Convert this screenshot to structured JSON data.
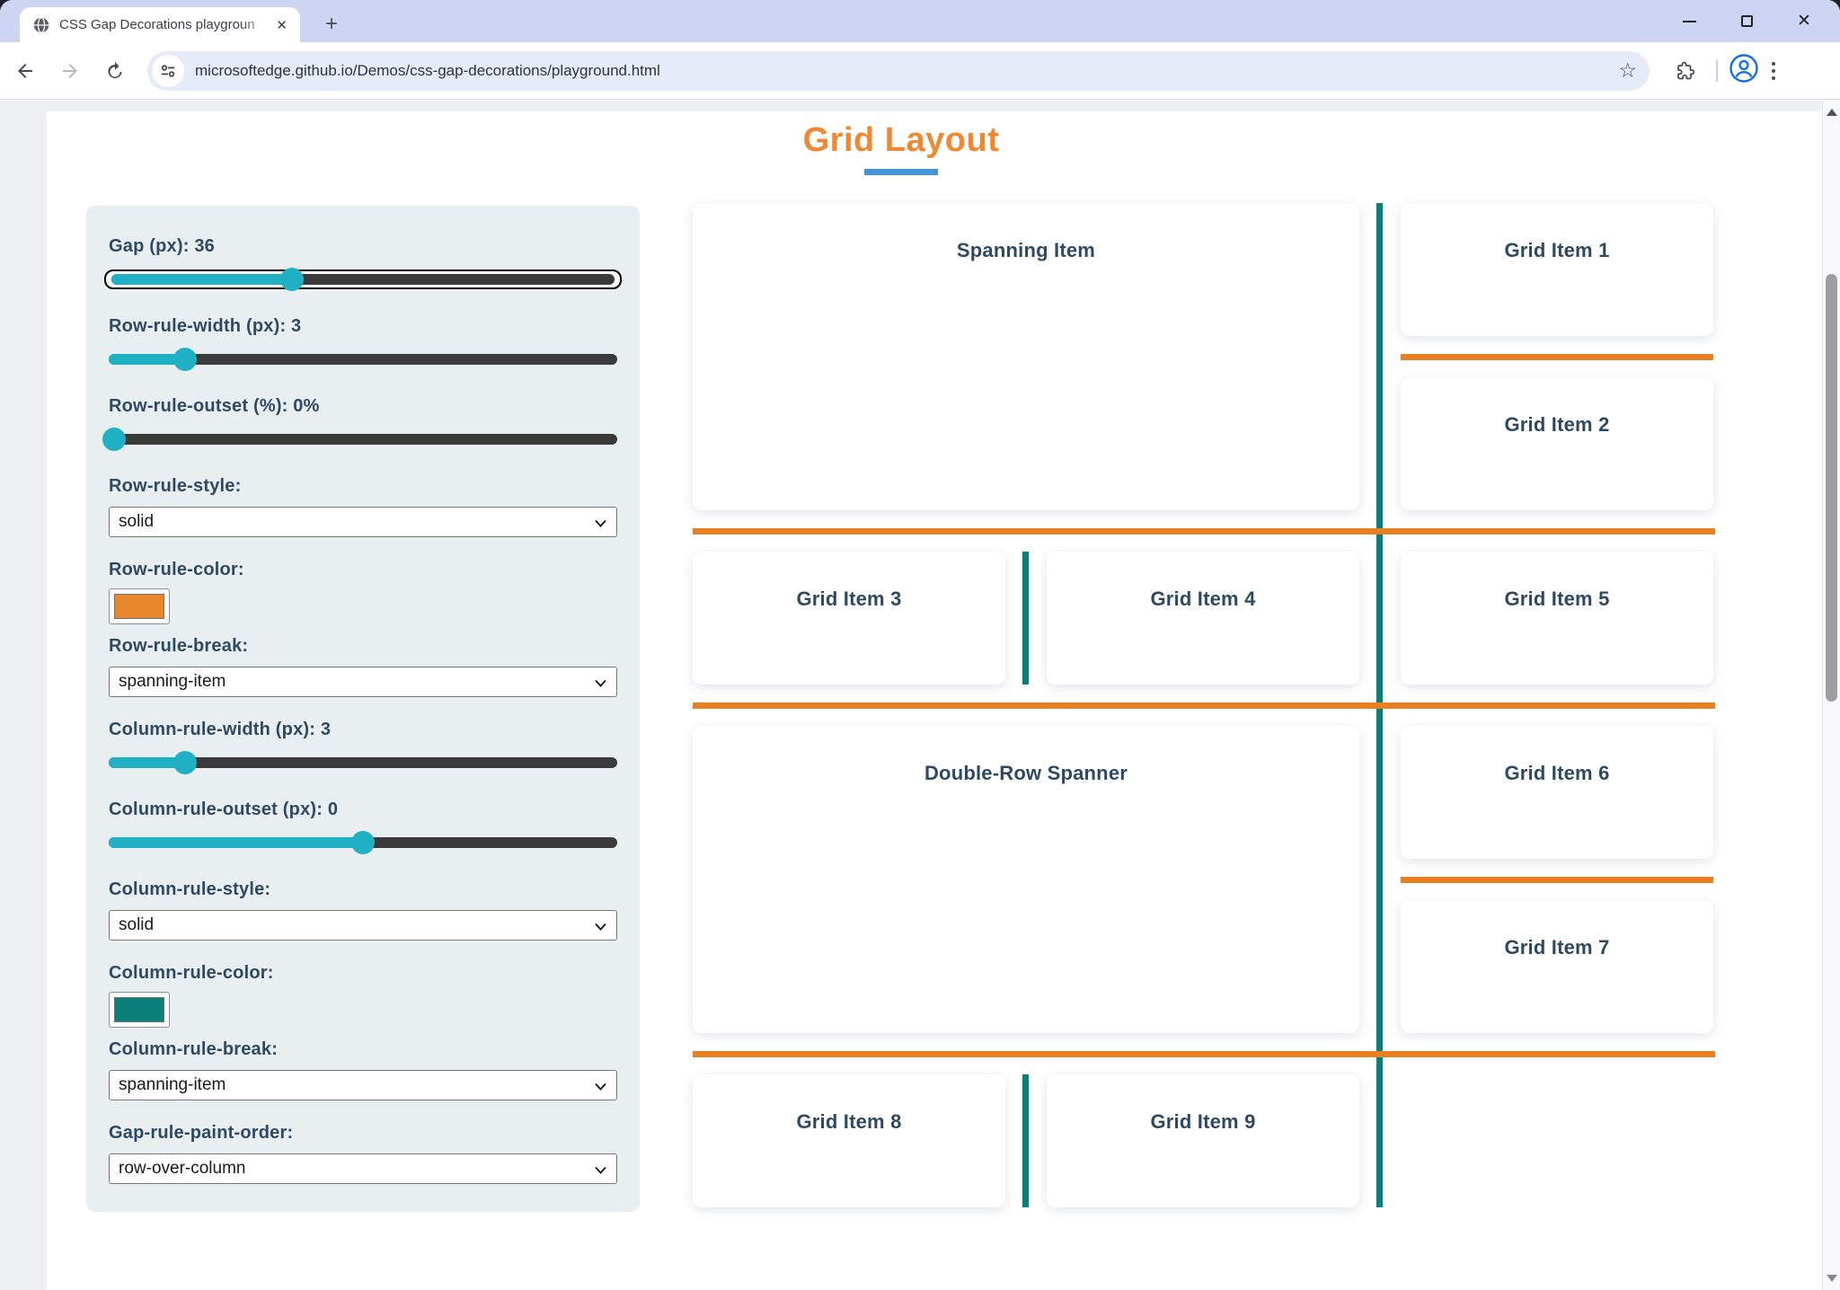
{
  "theme": {
    "tabstrip_bg": "#cdd5f2",
    "omnibox_bg": "#e6ebfa",
    "page_bg": "#eef0f2",
    "sidebar_bg": "#e9eef0",
    "ink": "#2e4a63",
    "heading_orange": "#ee8833",
    "underline_blue": "#4793d9",
    "rule_orange": "#e88022",
    "rule_teal": "#087f79",
    "slider_cyan": "#1fb0c4",
    "swatch_orange": "#e8872b",
    "swatch_teal": "#0b807b"
  },
  "browser": {
    "tab_title": "CSS Gap Decorations playgroun",
    "close_glyph": "✕",
    "newtab_glyph": "+",
    "url": "microsoftedge.github.io/Demos/css-gap-decorations/playground.html",
    "star_glyph": "☆"
  },
  "page": {
    "title": "Grid Layout"
  },
  "sidebar": {
    "controls": {
      "gap": {
        "label": "Gap (px): 36",
        "value": 36,
        "fill_pct": 36
      },
      "row_rule_width": {
        "label": "Row-rule-width (px): 3",
        "value": 3,
        "fill_pct": 15
      },
      "row_rule_outset": {
        "label": "Row-rule-outset (%): 0%",
        "value": 0,
        "fill_pct": 1
      },
      "row_rule_style": {
        "label": "Row-rule-style:",
        "value": "solid"
      },
      "row_rule_color": {
        "label": "Row-rule-color:",
        "value": "#e8872b"
      },
      "row_rule_break": {
        "label": "Row-rule-break:",
        "value": "spanning-item"
      },
      "column_rule_width": {
        "label": "Column-rule-width (px): 3",
        "value": 3,
        "fill_pct": 15
      },
      "column_rule_outset": {
        "label": "Column-rule-outset (px): 0",
        "value": 0,
        "fill_pct": 50
      },
      "column_rule_style": {
        "label": "Column-rule-style:",
        "value": "solid"
      },
      "column_rule_color": {
        "label": "Column-rule-color:",
        "value": "#0b807b"
      },
      "column_rule_break": {
        "label": "Column-rule-break:",
        "value": "spanning-item"
      },
      "gap_rule_paint_order": {
        "label": "Gap-rule-paint-order:",
        "value": "row-over-column"
      }
    }
  },
  "grid": {
    "items": [
      {
        "label": "Spanning Item"
      },
      {
        "label": "Grid Item 1"
      },
      {
        "label": "Grid Item 2"
      },
      {
        "label": "Grid Item 3"
      },
      {
        "label": "Grid Item 4"
      },
      {
        "label": "Grid Item 5"
      },
      {
        "label": "Double-Row Spanner"
      },
      {
        "label": "Grid Item 6"
      },
      {
        "label": "Grid Item 7"
      },
      {
        "label": "Grid Item 8"
      },
      {
        "label": "Grid Item 9"
      }
    ]
  }
}
